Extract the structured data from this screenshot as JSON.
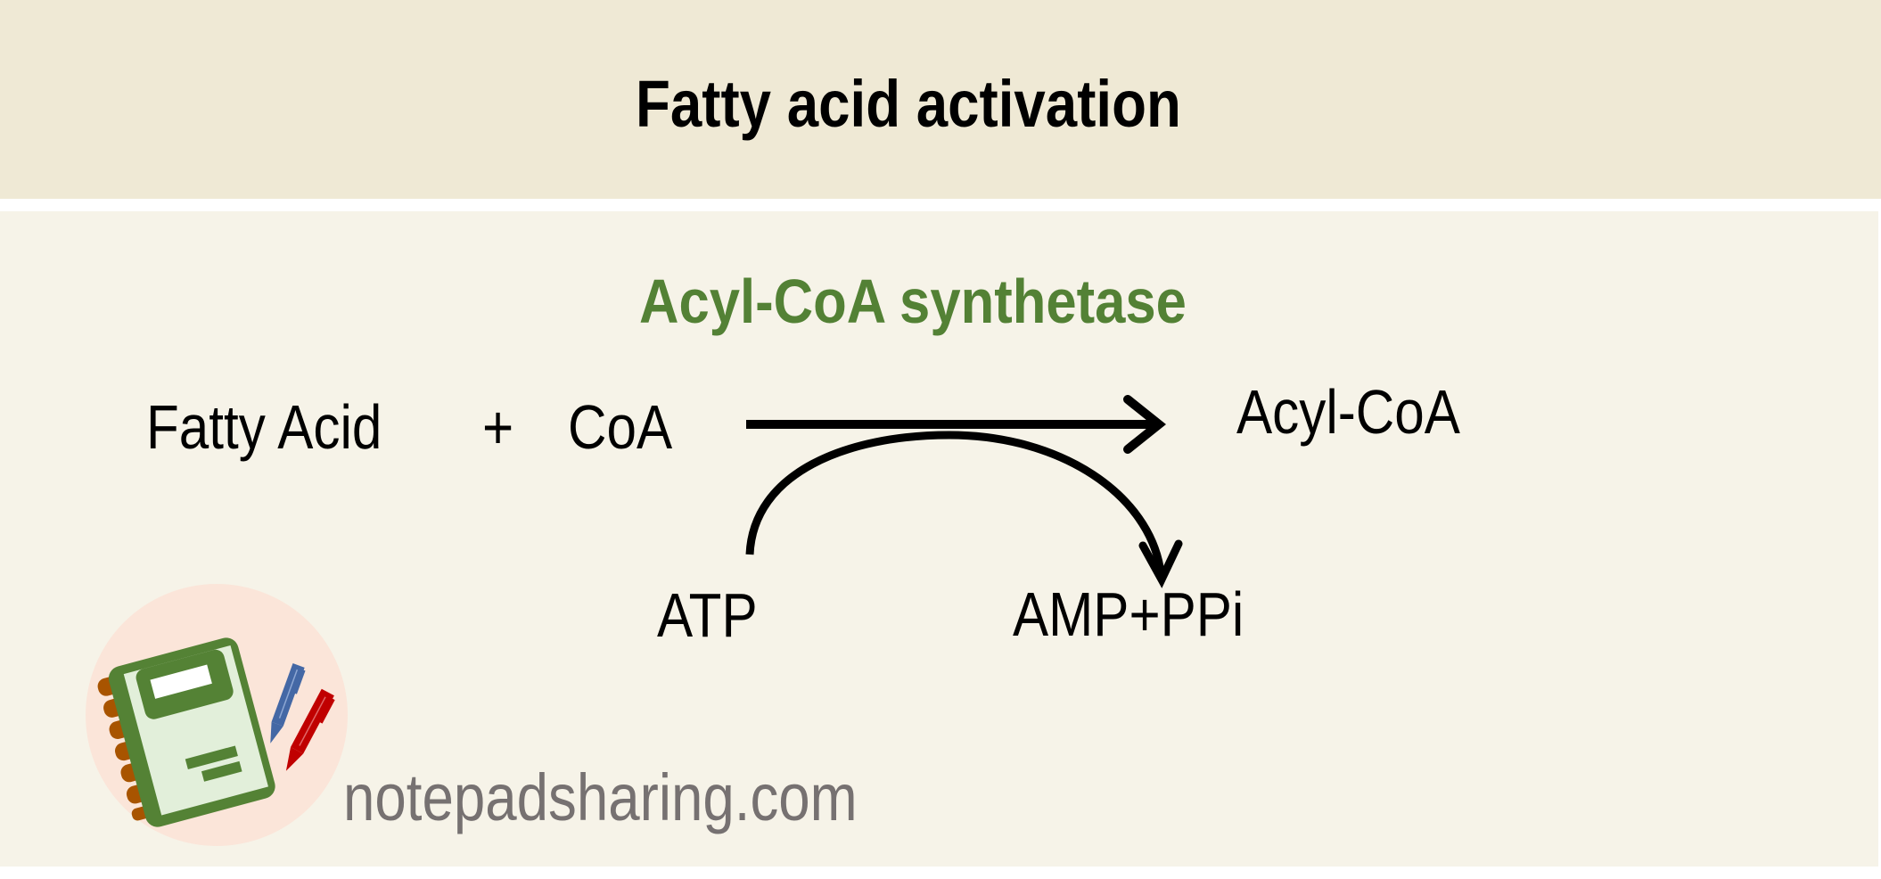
{
  "header": {
    "title": "Fatty acid activation",
    "background": "#EFE9D5"
  },
  "panel": {
    "background": "#F6F3E8"
  },
  "reaction": {
    "enzyme": {
      "label": "Acyl-CoA synthetase",
      "color": "#538135"
    },
    "substrates": {
      "first": "Fatty Acid",
      "operator": "+",
      "second": "CoA"
    },
    "product": "Acyl-CoA",
    "cofactor_in": "ATP",
    "cofactor_out": "AMP+PPi"
  },
  "watermark": {
    "text": "notepadsharing.com",
    "color": "#767171"
  },
  "logo": {
    "icon": "notebook-with-pens-icon",
    "circle_color": "#FBE5D9",
    "notebook_color": "#548235",
    "page_color": "#E2EFDA",
    "spiral_color": "#A85400",
    "pen_blue": "#4468A5",
    "pen_red": "#C00000"
  }
}
